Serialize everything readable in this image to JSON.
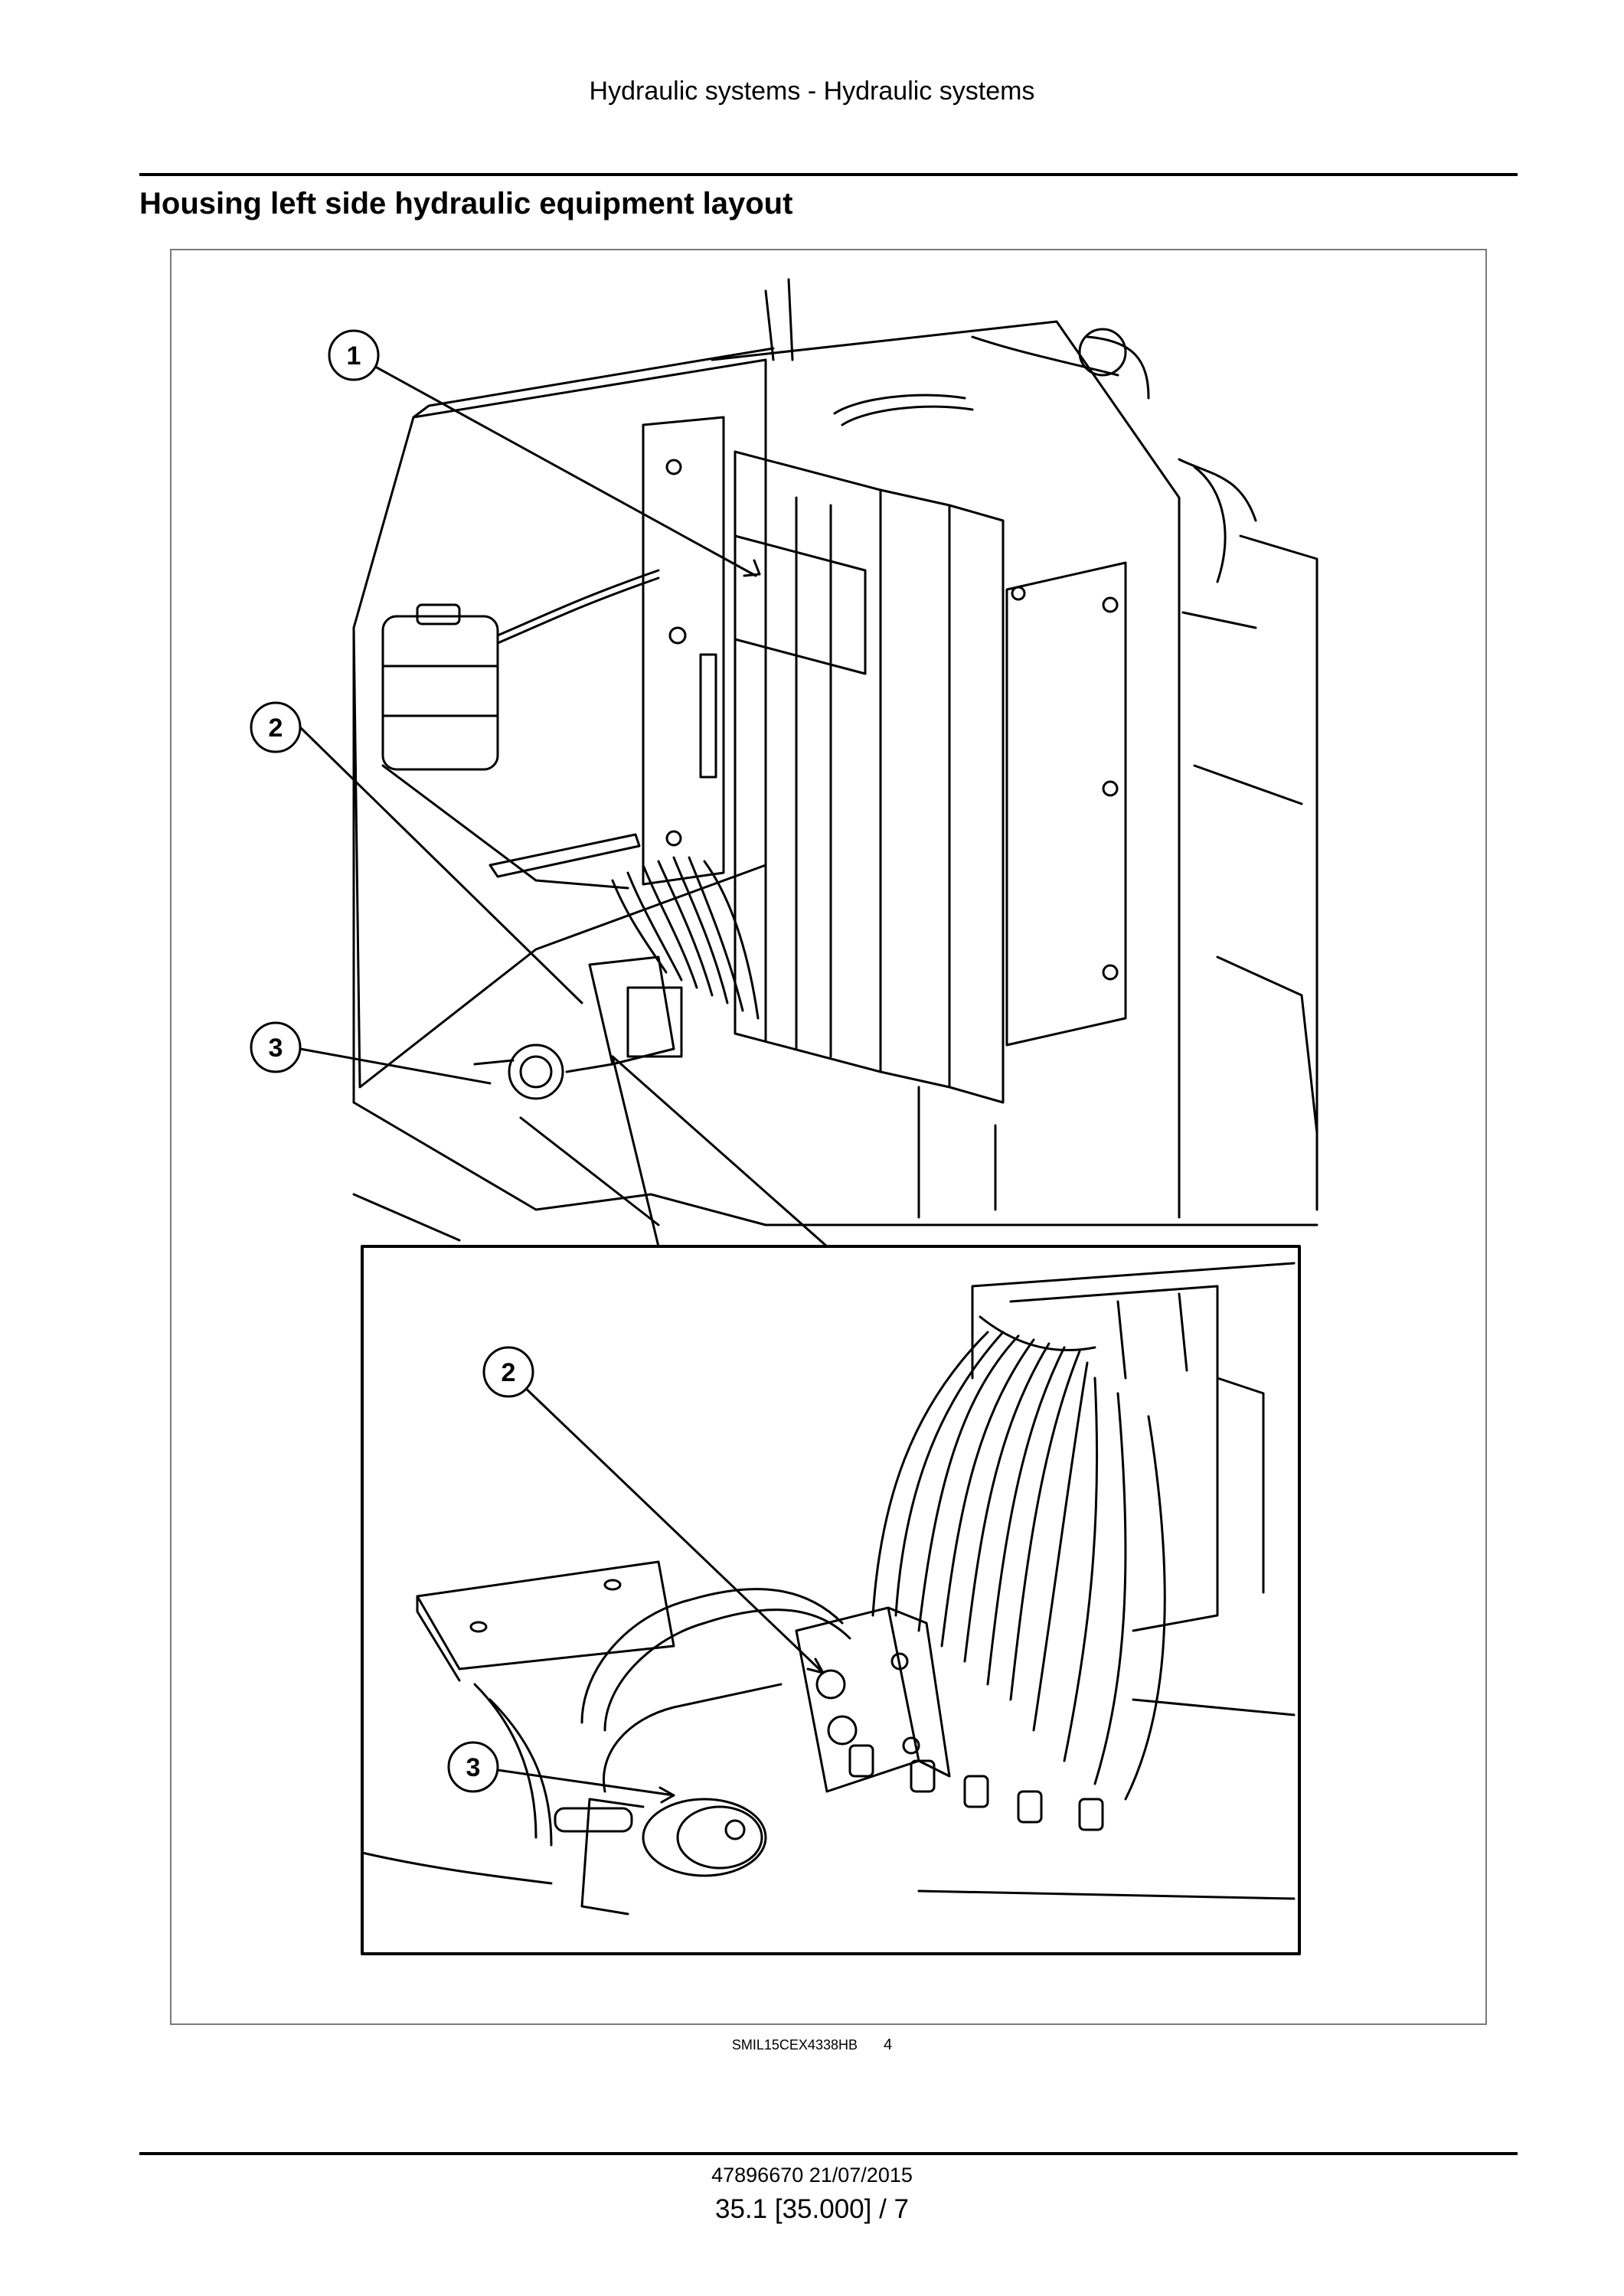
{
  "header": {
    "running_title": "Hydraulic systems - Hydraulic systems"
  },
  "section": {
    "title": "Housing left side hydraulic equipment layout"
  },
  "figure": {
    "callouts_main": [
      "1",
      "2",
      "3"
    ],
    "callouts_detail": [
      "2",
      "3"
    ],
    "image_ref": "SMIL15CEX4338HB",
    "figure_number": "4"
  },
  "footer": {
    "doc_ref": "47896670 21/07/2015",
    "page": "35.1 [35.000] / 7"
  }
}
